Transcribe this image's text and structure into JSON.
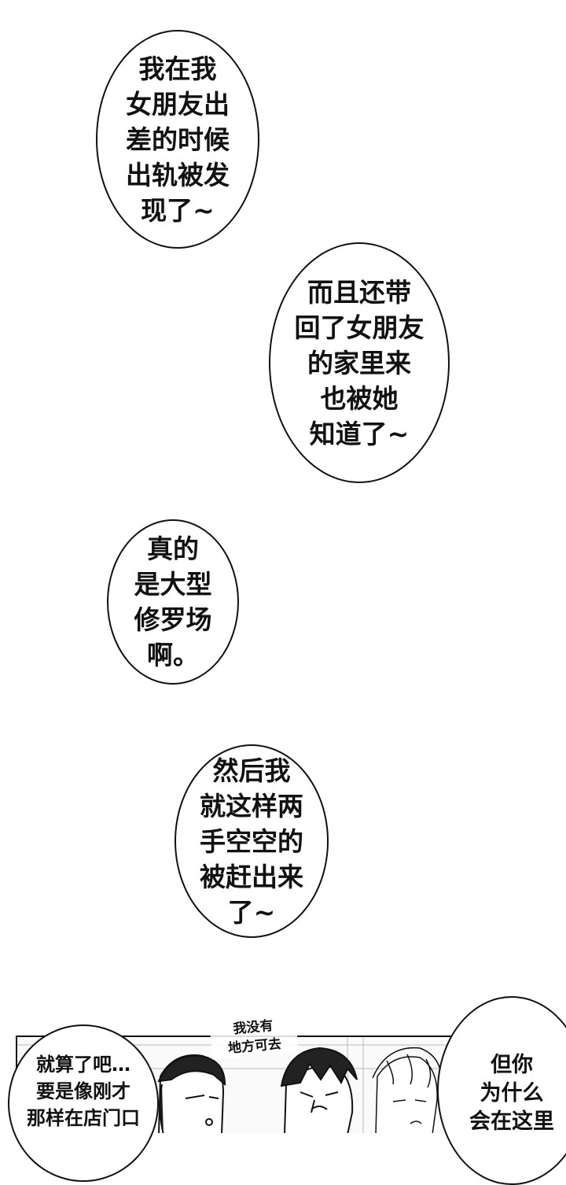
{
  "bubbles": [
    {
      "lines": [
        "我在我",
        "女朋友出",
        "差的时候",
        "出轨被发",
        "现了~"
      ]
    },
    {
      "lines": [
        "而且还带",
        "回了女朋友",
        "的家里来",
        "也被她",
        "知道了~"
      ]
    },
    {
      "lines": [
        "真的",
        "是大型",
        "修罗场",
        "啊。"
      ]
    },
    {
      "lines": [
        "然后我",
        "就这样两",
        "手空空的",
        "被赶出来",
        "了~"
      ]
    }
  ],
  "panel": {
    "left_bubble": {
      "lines": [
        "就算了吧…",
        "要是像刚才",
        "那样在店门口"
      ]
    },
    "right_bubble": {
      "lines": [
        "但你",
        "为什么",
        "会在这里"
      ]
    },
    "handwritten": {
      "lines": [
        "我没有",
        "地方可去"
      ]
    }
  }
}
